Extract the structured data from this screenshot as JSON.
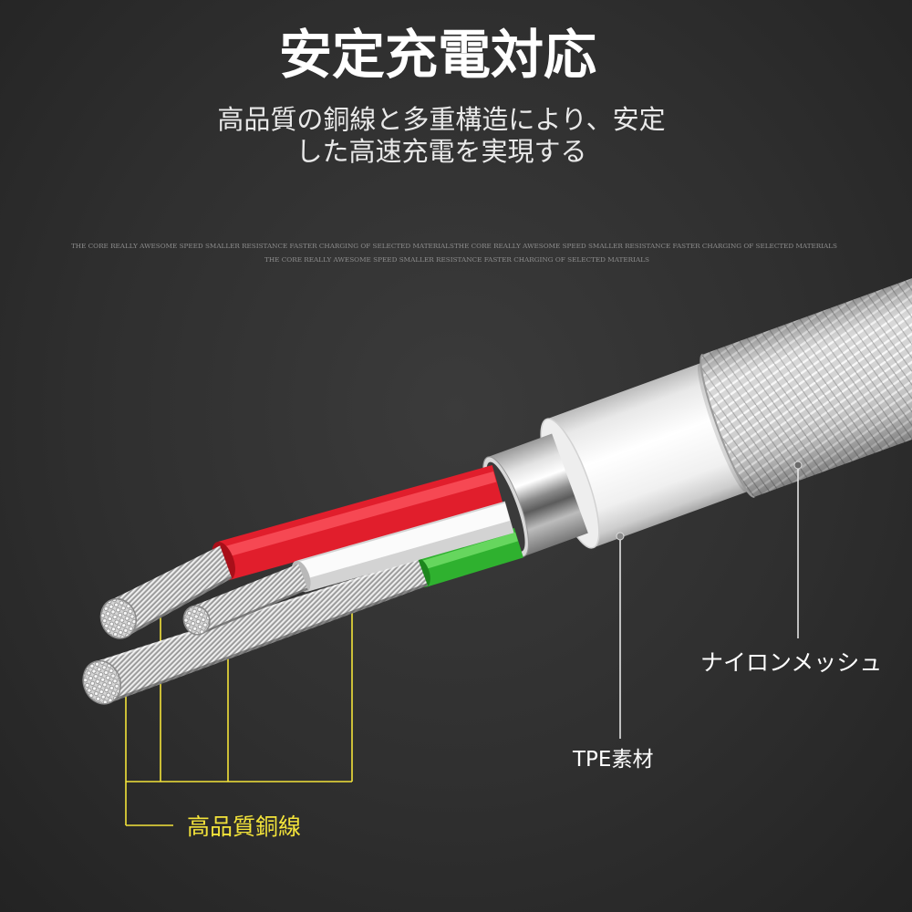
{
  "title": "安定充電対応",
  "subtitle": {
    "line1": "高品質の銅線と多重構造により、安定",
    "line2": "した高速充電を実現する"
  },
  "tagline": {
    "line1": "THE CORE REALLY AWESOME SPEED SMALLER RESISTANCE FASTER CHARGING OF SELECTED MATERIALSTHE CORE REALLY AWESOME SPEED SMALLER RESISTANCE FASTER CHARGING OF SELECTED MATERIALS",
    "line2": "THE CORE REALLY AWESOME SPEED SMALLER RESISTANCE FASTER CHARGING OF SELECTED MATERIALS"
  },
  "callouts": {
    "nylon_mesh": "ナイロンメッシュ",
    "tpe": "TPE素材",
    "copper": "高品質銅線"
  },
  "colors": {
    "background": "#2f2f2f",
    "text": "#ffffff",
    "callout_line": "#efefef",
    "copper_callout": "#f3e33a",
    "wire_red": "#e11e2c",
    "wire_white": "#f4f4f4",
    "wire_green": "#2fb12f"
  }
}
